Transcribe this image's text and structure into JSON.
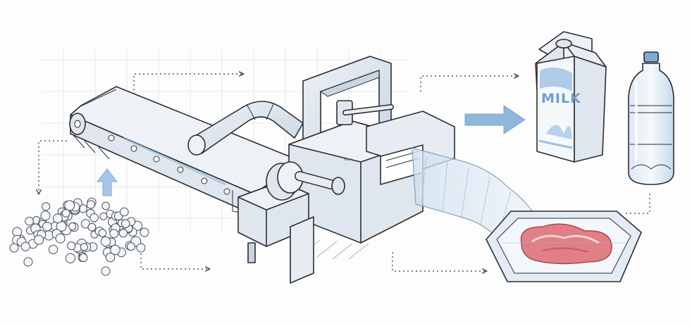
{
  "milk_carton": {
    "label": "MILK"
  },
  "machine": {
    "plate_text": "≡≡≡≡"
  },
  "colors": {
    "steel": "#dfe6ee",
    "steel_shadow": "#b7c4d2",
    "accent_blue": "#8fb6db",
    "film": "#d6e6f3",
    "meat": "#e07f86",
    "meat_dark": "#c75a63",
    "ink": "#2b2d33"
  },
  "icons": {
    "arrows": [
      "blue-arrow-right",
      "blue-arrow-up",
      "blue-arrow-right"
    ],
    "flow_lines": "dotted-arrows"
  }
}
